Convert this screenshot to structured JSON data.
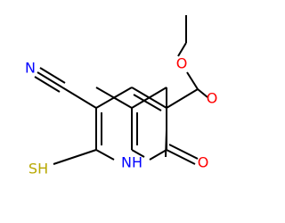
{
  "molecule": {
    "atoms": {
      "nitrogen_nitrile": {
        "label": "N",
        "color": "#0000ff"
      },
      "sulfur_thiol": {
        "label": "SH",
        "color": "#b8a800"
      },
      "nitrogen_ring": {
        "label": "NH",
        "color": "#0000ff"
      },
      "oxygen_oxo": {
        "label": "O",
        "color": "#ff0000"
      },
      "oxygen_carbonyl": {
        "label": "O",
        "color": "#ff0000"
      },
      "oxygen_ester": {
        "label": "O",
        "color": "#ff0000"
      }
    }
  }
}
